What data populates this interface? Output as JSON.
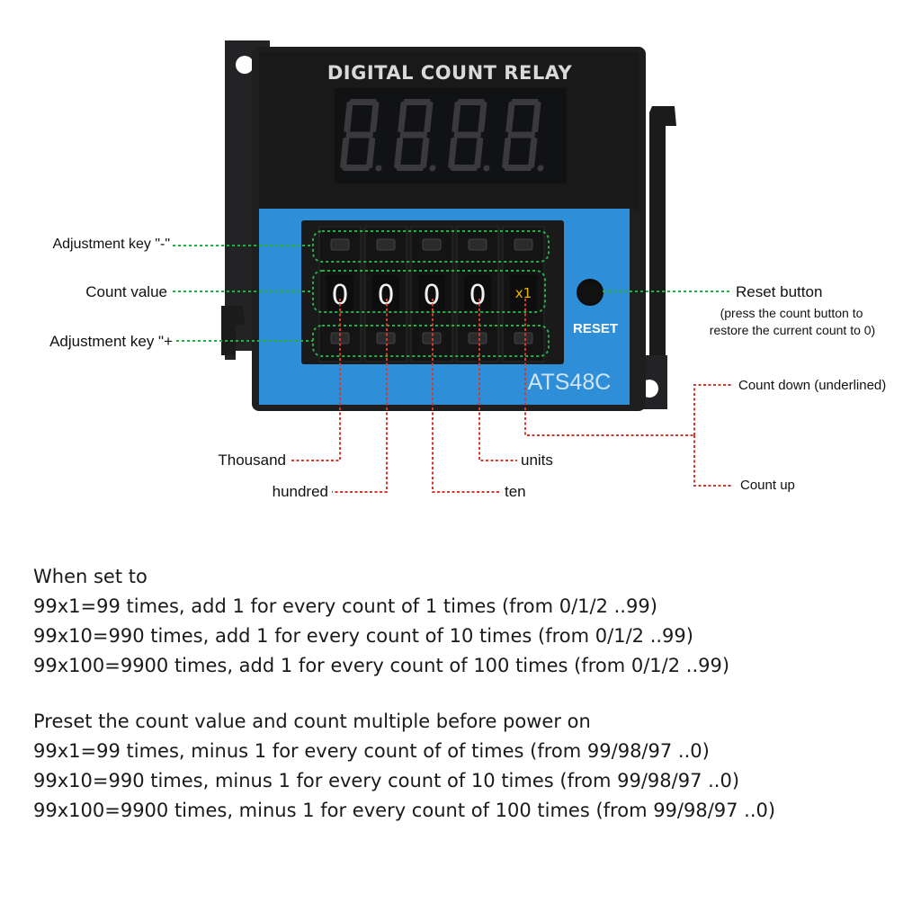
{
  "device": {
    "title": "DIGITAL COUNT RELAY",
    "display_digits": [
      "8",
      "8",
      "8",
      "8"
    ],
    "count_digits": [
      "0",
      "0",
      "0",
      "0"
    ],
    "multiplier": "x1",
    "reset_label": "RESET",
    "model": "ATS48C",
    "colors": {
      "body": "#1e1e1f",
      "panel": "#2f8ed8",
      "display": "#111214",
      "segment": "#3a3a3c",
      "green_callout": "#2fa84f",
      "red_callout": "#d73a2c"
    }
  },
  "callouts": {
    "adjust_minus": "Adjustment key \"-\"",
    "count_value": "Count value",
    "adjust_plus": "Adjustment key \"+",
    "reset_button": "Reset button",
    "reset_note_1": "(press the count button to",
    "reset_note_2": "restore the current count to 0)",
    "count_down": "Count down (underlined)",
    "count_up": "Count up",
    "thousand": "Thousand",
    "hundred": "hundred",
    "ten": "ten",
    "units": "units"
  },
  "paragraph1": [
    "When set to",
    "99x1=99 times, add 1 for every count of 1 times (from 0/1/2 ..99)",
    "99x10=990 times, add 1 for every count of 10 times (from 0/1/2 ..99)",
    "99x100=9900 times, add 1 for every count of 100 times (from 0/1/2 ..99)"
  ],
  "paragraph2": [
    "Preset the count value and count multiple before power on",
    "99x1=99 times, minus 1 for every count of of times (from 99/98/97 ..0)",
    "99x10=990 times, minus 1 for every count of 10 times (from 99/98/97 ..0)",
    "99x100=9900 times, minus 1 for every count of 100 times (from 99/98/97 ..0)"
  ]
}
